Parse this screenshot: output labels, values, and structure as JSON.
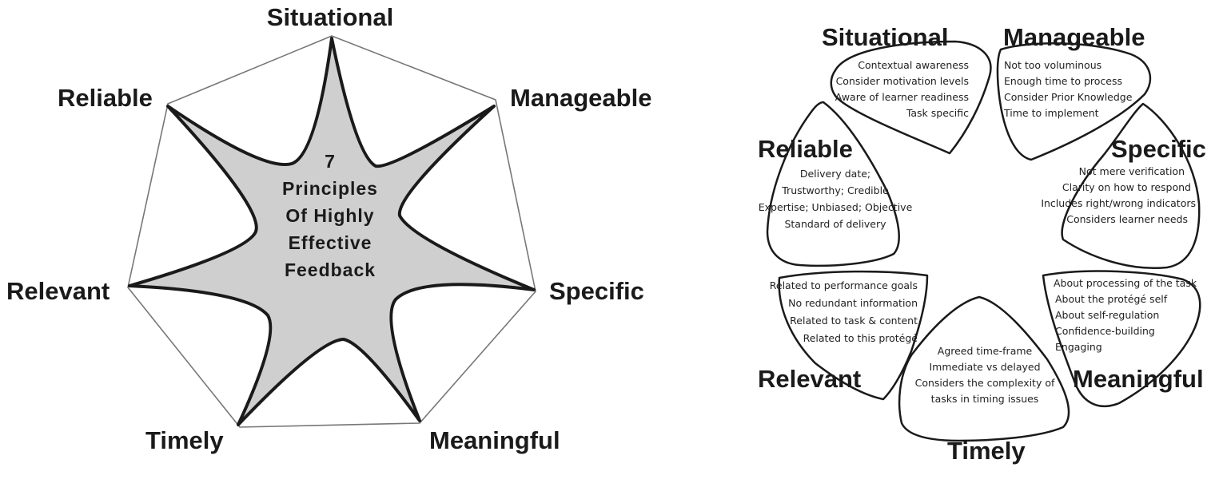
{
  "star_diagram": {
    "center_text": [
      "7",
      "Principles",
      "Of Highly",
      "Effective",
      "Feedback"
    ],
    "labels": {
      "situational": "Situational",
      "manageable": "Manageable",
      "specific": "Specific",
      "meaningful": "Meaningful",
      "timely": "Timely",
      "relevant": "Relevant",
      "reliable": "Reliable"
    },
    "colors": {
      "star_fill": "#cfcfcf",
      "star_stroke": "#1a1a1a",
      "outline": "#777777"
    }
  },
  "ring_diagram": {
    "petals": [
      {
        "key": "situational",
        "title": "Situational",
        "points": [
          "Contextual awareness",
          "Consider  motivation levels",
          "Aware of  learner readiness",
          "Task specific"
        ]
      },
      {
        "key": "manageable",
        "title": "Manageable",
        "points": [
          "Not too voluminous",
          "Enough time to process",
          "Consider  Prior Knowledge",
          "Time to implement"
        ]
      },
      {
        "key": "specific",
        "title": "Specific",
        "points": [
          "Not  mere verification",
          "Clarity on how to respond",
          "Includes right/wrong indicators",
          "Considers learner needs"
        ]
      },
      {
        "key": "meaningful",
        "title": "Meaningful",
        "points": [
          "About processing of the task",
          "About the protégé self",
          "About self-regulation",
          "Confidence-building",
          "Engaging"
        ]
      },
      {
        "key": "timely",
        "title": "Timely",
        "points": [
          "Agreed time-frame",
          "Immediate vs delayed",
          "Considers  the complexity of",
          "tasks in timing issues"
        ]
      },
      {
        "key": "relevant",
        "title": "Relevant",
        "points": [
          "Related to performance goals",
          "No redundant information",
          "Related to task & content",
          "Related to this protégé"
        ]
      },
      {
        "key": "reliable",
        "title": "Reliable",
        "points": [
          "Delivery date;",
          "Trustworthy; Credible",
          "Expertise; Unbiased; Objective",
          "Standard of delivery"
        ]
      }
    ]
  }
}
